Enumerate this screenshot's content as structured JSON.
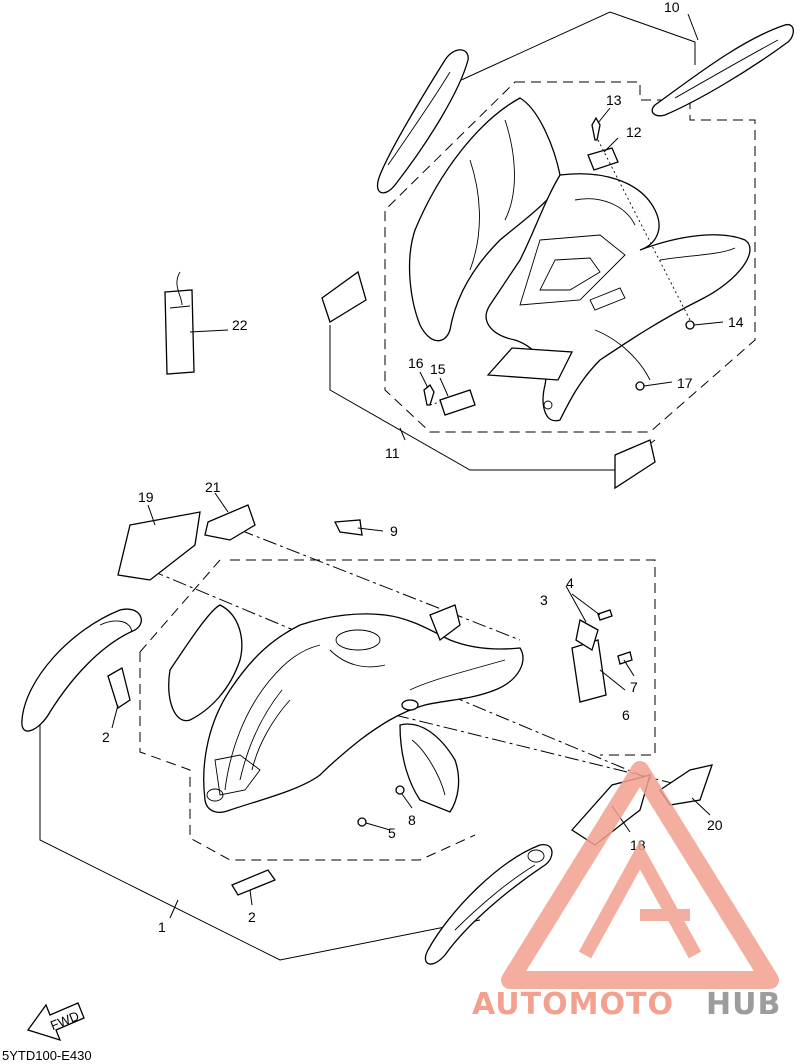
{
  "diagram_code": "5YTD100-E430",
  "fwd_label": "FWD",
  "watermark": {
    "part1": "AUTOMOTO",
    "part2": "HUB",
    "color_primary": "#f2a08f",
    "color_secondary": "#9c9c9c"
  },
  "callouts": {
    "c1": "1",
    "c2a": "2",
    "c2b": "2",
    "c3": "3",
    "c4": "4",
    "c5": "5",
    "c6": "6",
    "c7": "7",
    "c8": "8",
    "c9": "9",
    "c10": "10",
    "c11": "11",
    "c12": "12",
    "c13": "13",
    "c14": "14",
    "c15": "15",
    "c16": "16",
    "c17": "17",
    "c18": "18",
    "c19": "19",
    "c20": "20",
    "c21": "21",
    "c22": "22"
  }
}
